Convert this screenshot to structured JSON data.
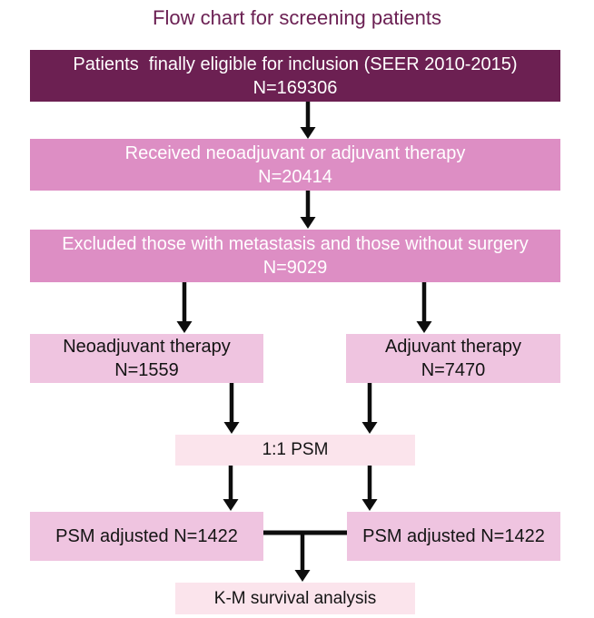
{
  "title": "Flow chart for screening patients",
  "colors": {
    "title_text": "#6B2053",
    "dark_box": "#6C2052",
    "medium_pink_box": "#DD8EC4",
    "light_pink_box": "#EFC4E0",
    "pale_pink_box": "#FBE4EC",
    "arrow": "#0d0d0d",
    "light_box_text": "#141414",
    "dark_box_text": "#ffffff"
  },
  "boxes": {
    "eligible": {
      "line1": "Patients  finally eligible for inclusion (SEER 2010-2015)",
      "line2": "N=169306"
    },
    "therapy": {
      "line1": "Received neoadjuvant or adjuvant therapy",
      "line2": "N=20414"
    },
    "excluded": {
      "line1": "Excluded those with metastasis and those without surgery",
      "line2": "N=9029"
    },
    "neoadjuvant": {
      "line1": "Neoadjuvant therapy",
      "line2": "N=1559"
    },
    "adjuvant": {
      "line1": "Adjuvant therapy",
      "line2": "N=7470"
    },
    "psm": {
      "line1": "1:1 PSM"
    },
    "psm_left": {
      "line1": "PSM adjusted N=1422"
    },
    "psm_right": {
      "line1": "PSM adjusted N=1422"
    },
    "km": {
      "line1": "K-M survival analysis"
    }
  }
}
